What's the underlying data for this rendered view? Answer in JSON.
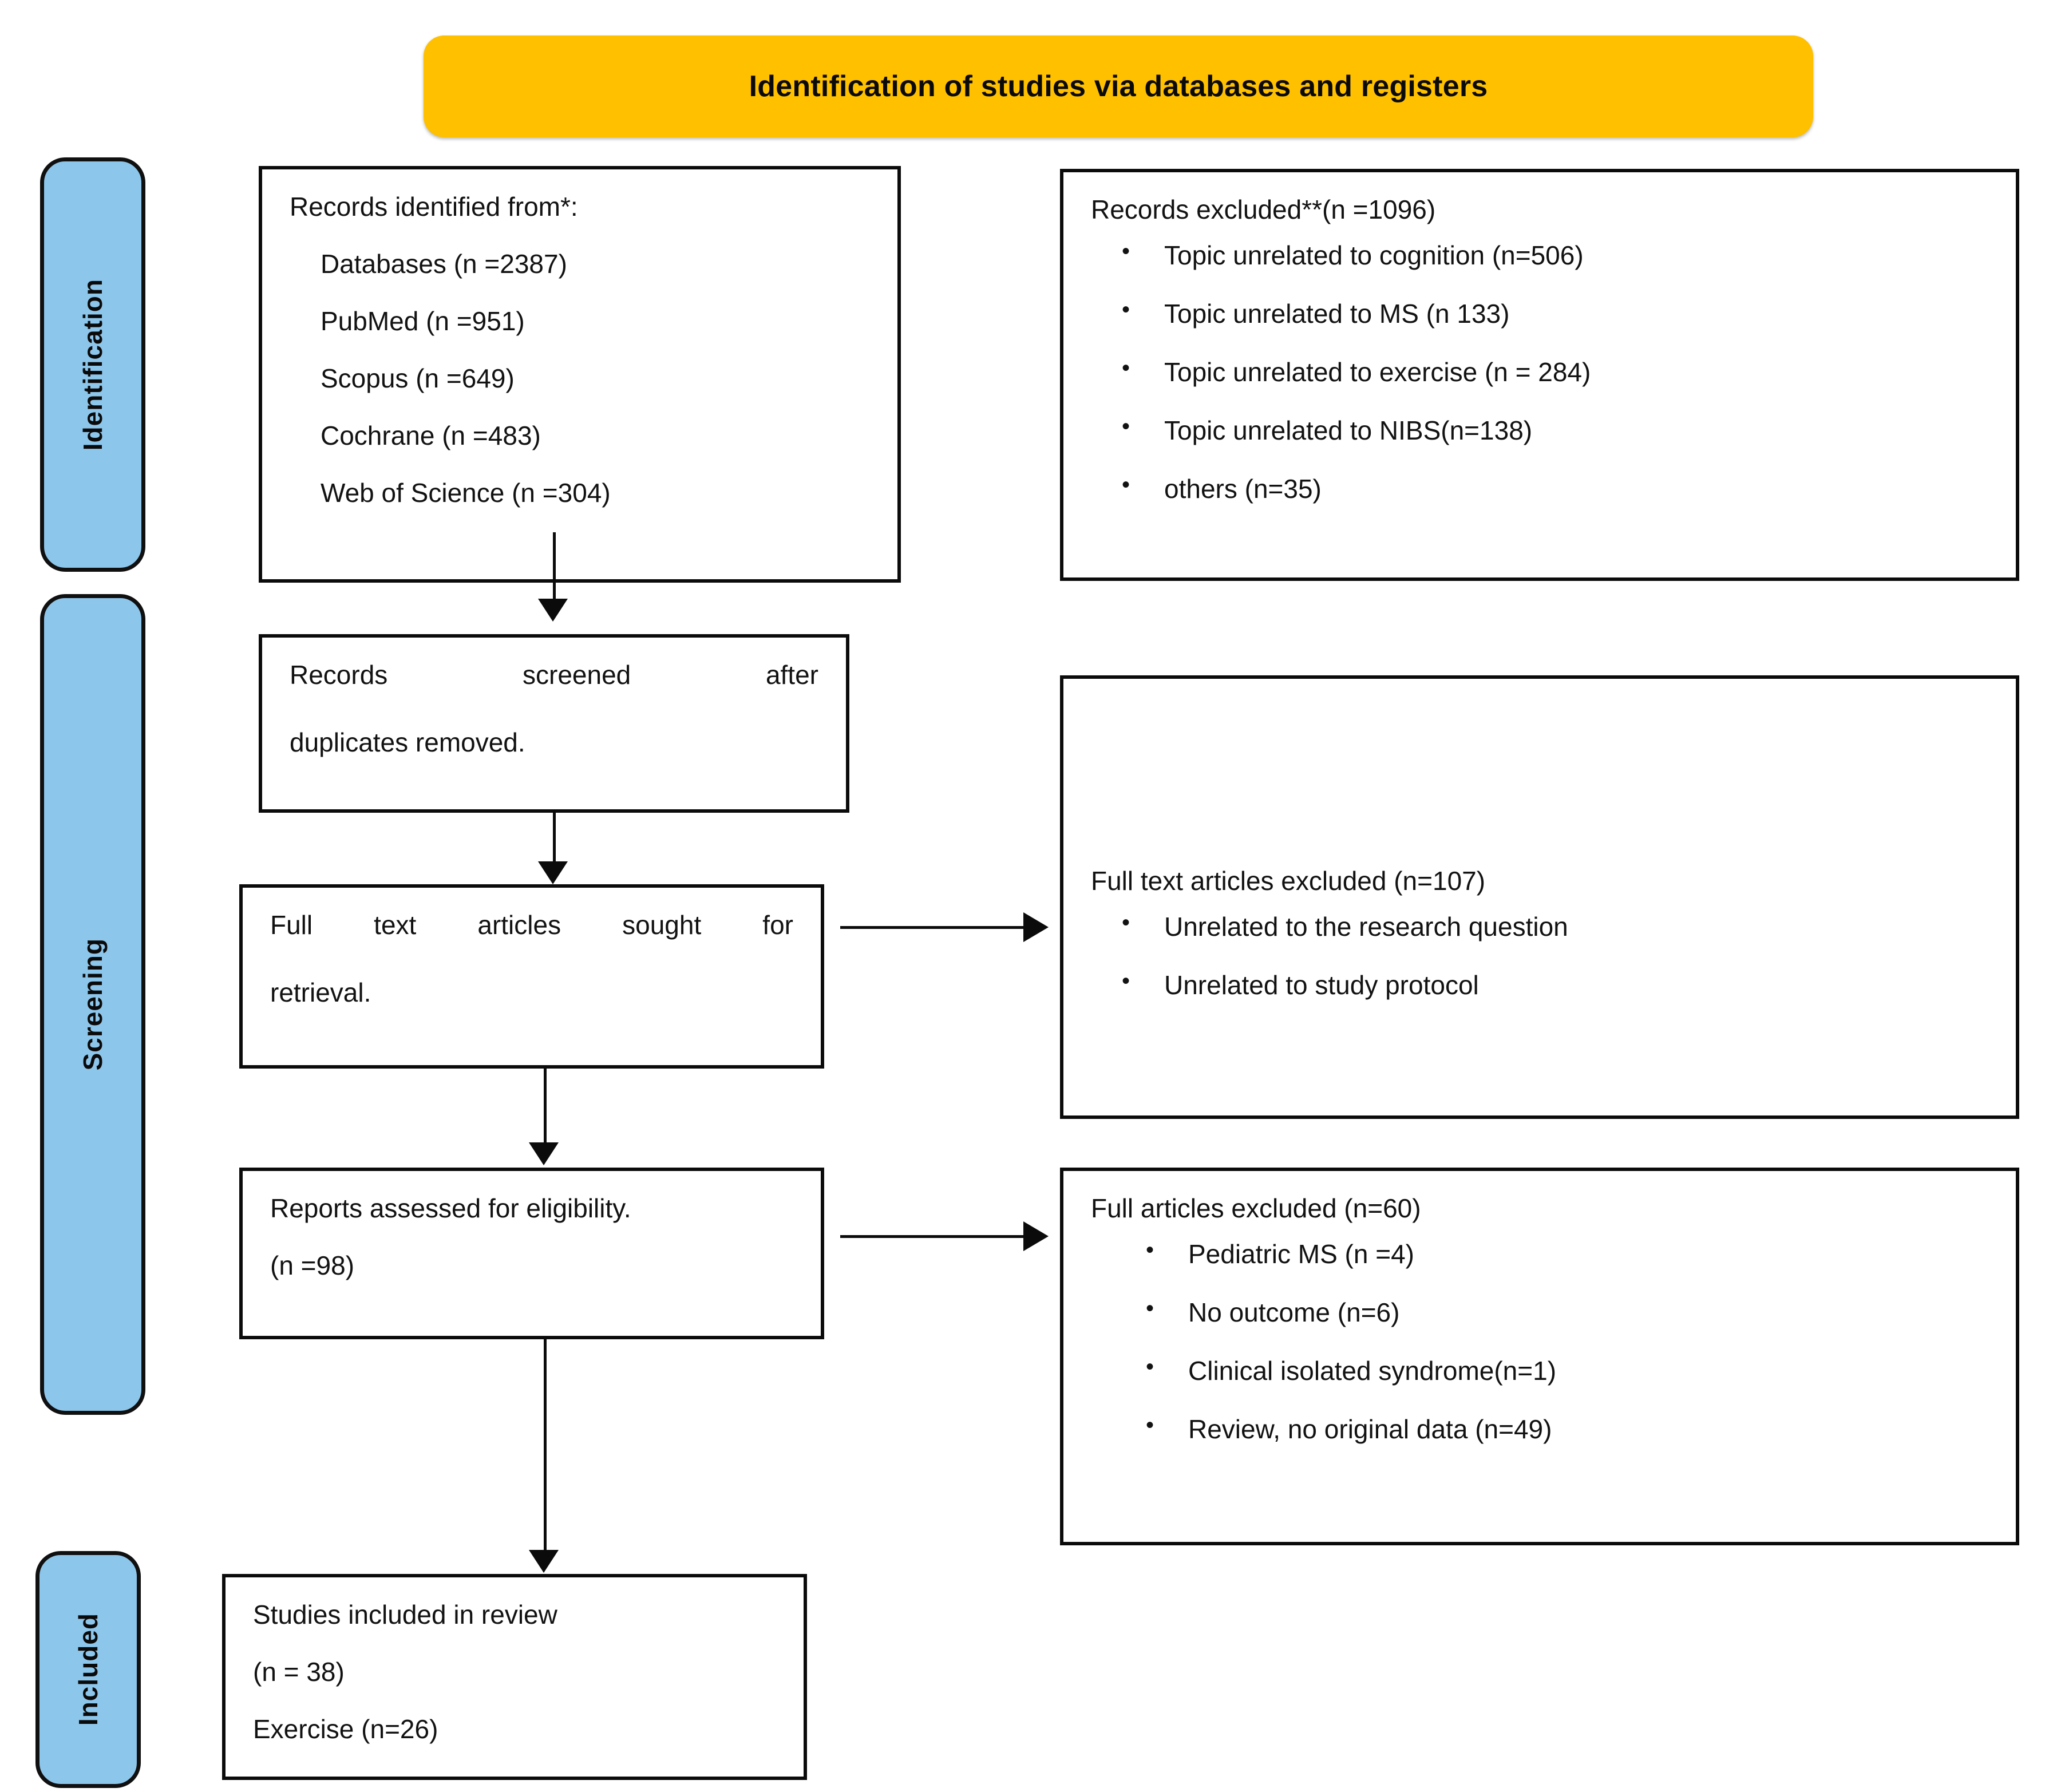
{
  "banner": {
    "title": "Identification of studies via databases and registers",
    "color": "#FFC000"
  },
  "rails": {
    "color": "#8DC6EB",
    "identification": "Identification",
    "screening": "Screening",
    "included": "Included"
  },
  "boxes": {
    "identified": {
      "heading": "Records identified from*:",
      "items": [
        "Databases (n =2387)",
        "PubMed (n =951)",
        "Scopus (n =649)",
        "Cochrane (n =483)",
        "Web of Science (n =304)"
      ]
    },
    "records_excluded": {
      "heading": "Records excluded**(n =1096)",
      "bullets": [
        "Topic unrelated to cognition (n=506)",
        "Topic unrelated to MS (n 133)",
        "Topic unrelated to exercise (n = 284)",
        "Topic unrelated to NIBS(n=138)",
        "others (n=35)"
      ]
    },
    "records_screened": {
      "line1": "Records screened after",
      "line2": "duplicates removed."
    },
    "fulltext_sought": {
      "line1": "Full text articles sought for",
      "line2": "retrieval."
    },
    "fulltext_excluded": {
      "heading": "Full text articles excluded (n=107)",
      "bullets": [
        "Unrelated to the research question",
        "Unrelated to study protocol"
      ]
    },
    "reports_assessed": {
      "line1": "Reports assessed for eligibility.",
      "line2": "(n =98)"
    },
    "full_excluded": {
      "heading": "Full articles excluded (n=60)",
      "bullets": [
        "Pediatric MS (n =4)",
        "No outcome (n=6)",
        "Clinical isolated syndrome(n=1)",
        "Review, no original data (n=49)"
      ]
    },
    "studies_included": {
      "line1": "Studies included in review",
      "line2": "(n = 38)",
      "line3": "Exercise (n=26)"
    }
  }
}
